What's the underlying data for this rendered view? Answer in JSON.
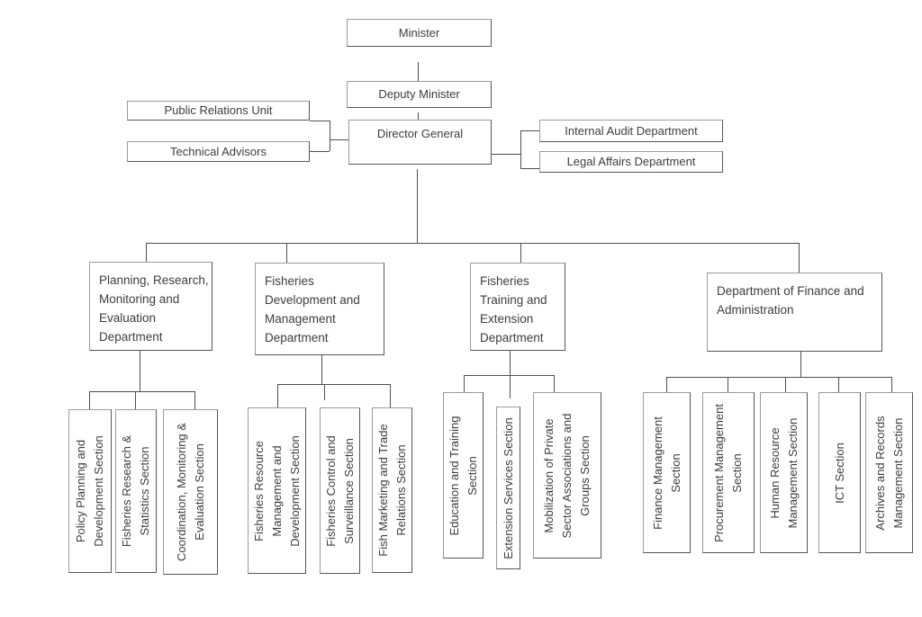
{
  "org_chart": {
    "top_nodes": {
      "minister": "Minister",
      "deputy_minister": "Deputy Minister",
      "director_general": "Director General",
      "public_relations_unit": "Public Relations Unit",
      "technical_advisors": "Technical Advisors",
      "internal_audit": "Internal Audit Department",
      "legal_affairs": "Legal Affairs Department"
    },
    "departments": [
      {
        "name": "Planning, Research,\nMonitoring and\nEvaluation\nDepartment",
        "sections": [
          "Policy Planning and\nDevelopment Section",
          "Fisheries Research &\nStatistics Section",
          "Coordination, Monitoring &\nEvaluation Section"
        ]
      },
      {
        "name": "Fisheries\nDevelopment and\nManagement\nDepartment",
        "sections": [
          "Fisheries Resource\nManagement and\nDevelopment Section",
          "Fisheries Control and\nSurveillance Section",
          "Fish Marketing and Trade\nRelations Section"
        ]
      },
      {
        "name": "Fisheries\nTraining and\nExtension\nDepartment",
        "sections": [
          "Education and Training\nSection",
          "Extension Services Section",
          "Mobilization of Private\nSector Associations and\nGroups Section"
        ]
      },
      {
        "name": "Department of Finance and\nAdministration",
        "sections": [
          "Finance Management\nSection",
          "Procurement Management\nSection",
          "Human Resource\nManagement Section",
          "ICT Section",
          "Archives and Records\nManagement Section"
        ]
      }
    ]
  }
}
